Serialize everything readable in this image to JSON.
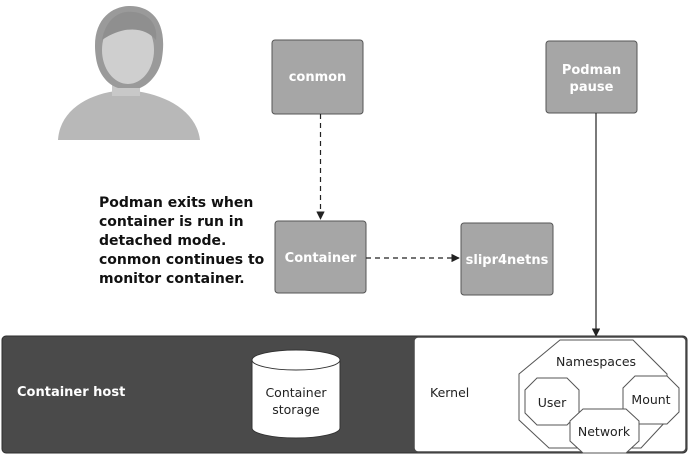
{
  "boxes": {
    "conmon": "conmon",
    "container": "Container",
    "slirp": "slipr4netns",
    "podman_pause": [
      "Podman",
      "pause"
    ]
  },
  "note": [
    "Podman exits when",
    "container is run in",
    "detached mode.",
    "conmon continues to",
    "monitor container."
  ],
  "host": {
    "label": "Container host",
    "storage": [
      "Container",
      "storage"
    ],
    "kernel": "Kernel"
  },
  "namespaces": {
    "title": "Namespaces",
    "user": "User",
    "mount": "Mount",
    "network": "Network"
  },
  "colors": {
    "box_fill": "#a6a6a6",
    "host_dark": "#4a4a4a",
    "kernel_fill": "#ffffff",
    "avatar_gray": "#b5b5b5"
  }
}
